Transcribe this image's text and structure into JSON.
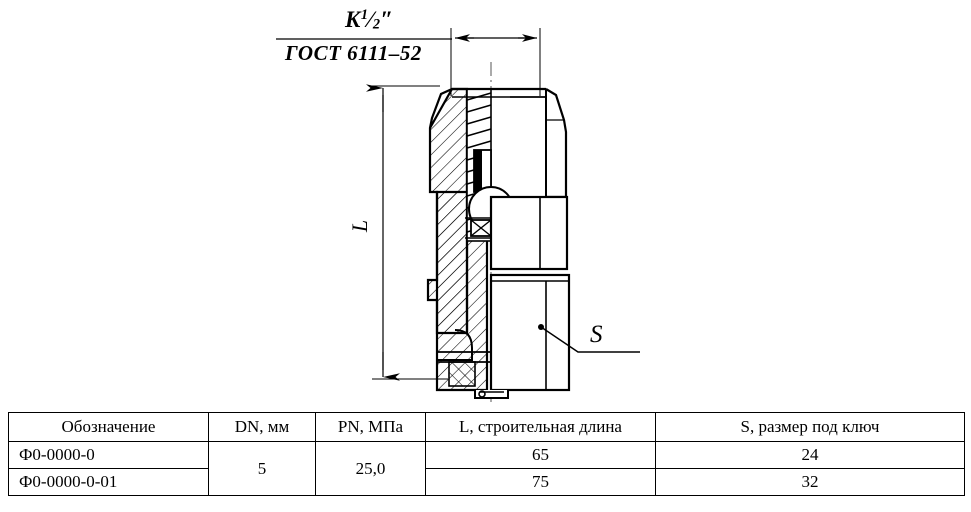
{
  "drawing": {
    "thread_callout": {
      "designation_prefix": "K",
      "designation_numerator": "1",
      "designation_denominator": "2",
      "designation_suffix": "″",
      "standard": "ГОСТ 6111–52"
    },
    "dimensions": {
      "length_label": "L",
      "wrench_label": "S"
    },
    "line_color": "#000000",
    "background_color": "#ffffff"
  },
  "table": {
    "headers": [
      "Обозначение",
      "DN, мм",
      "PN, МПа",
      "L, строительная длина",
      "S, размер под ключ"
    ],
    "rows": [
      {
        "designation": "Ф0-0000-0",
        "dn": "5",
        "pn": "25,0",
        "length": "65",
        "wrench": "24"
      },
      {
        "designation": "Ф0-0000-0-01",
        "length": "75",
        "wrench": "32"
      }
    ],
    "merged": {
      "dn": "5",
      "pn": "25,0"
    }
  }
}
